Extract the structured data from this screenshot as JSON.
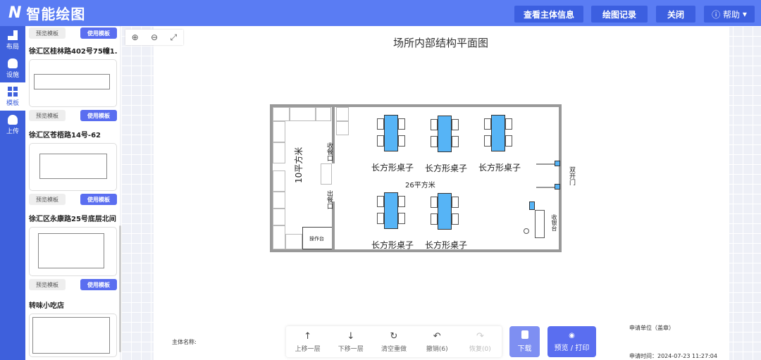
{
  "header": {
    "logo": "智能绘图",
    "buttons": [
      "查看主体信息",
      "绘图记录",
      "关闭"
    ],
    "help": "帮助"
  },
  "rail": [
    {
      "label": "布局",
      "icon": "layout-icon"
    },
    {
      "label": "设施",
      "icon": "sofa-icon"
    },
    {
      "label": "模板",
      "icon": "grid-icon",
      "active": true
    },
    {
      "label": "上传",
      "icon": "cloud-upload-icon"
    }
  ],
  "templates": {
    "preview_label": "预览模板",
    "use_label": "使用模板",
    "items": [
      "徐汇区桂林路402号75幢1...",
      "徐汇区苍梧路14号-62",
      "徐汇区永康路25号底层北间",
      "转味小吃店"
    ]
  },
  "canvas": {
    "title": "场所内部结构平面图",
    "room_small": "10平方米",
    "room_large": "26平方米",
    "table_label": "长方形桌子",
    "pass_in": "收餐口",
    "pass_out": "出餐口",
    "counter": "操作台",
    "door": "双开门",
    "cashier": "收银台"
  },
  "toolbar": {
    "items": [
      {
        "label": "上移一层",
        "icon": "↑"
      },
      {
        "label": "下移一层",
        "icon": "↓"
      },
      {
        "label": "清空重做",
        "icon": "↻"
      },
      {
        "label": "撤销(6)",
        "icon": "↶"
      },
      {
        "label": "恢复(0)",
        "icon": "↷",
        "disabled": true
      }
    ],
    "download": "下载",
    "preview_print": "预览 / 打印"
  },
  "footer": {
    "entity_name": "主体名称:",
    "applicant_unit": "申请单位（盖章）",
    "apply_time": "申请时间：2024-07-23 11:27:04"
  },
  "colors": {
    "header": "#5a7cf3",
    "accent": "#5a6ef0",
    "table": "#56b4f6"
  }
}
